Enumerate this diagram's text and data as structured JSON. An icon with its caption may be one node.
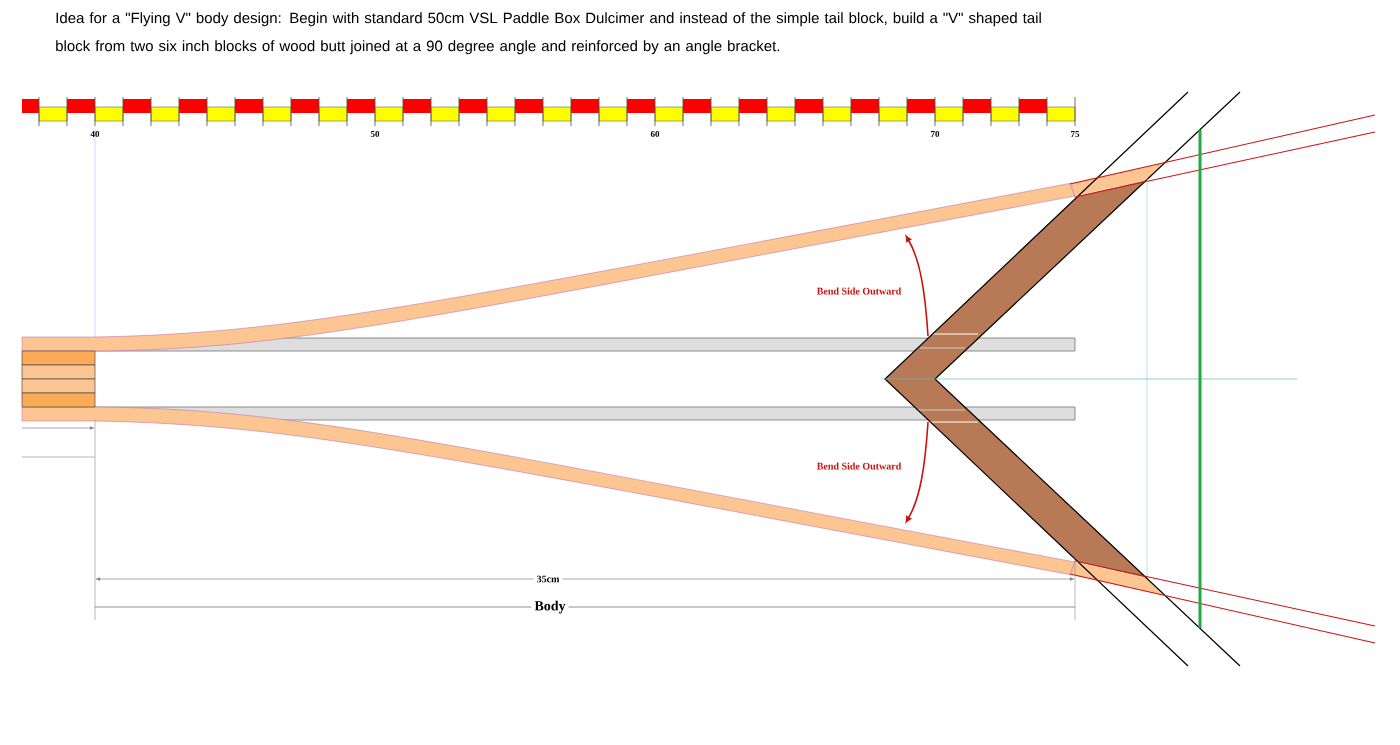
{
  "diagram": {
    "title": "Idea for a \"Flying V\" body design: Begin with standard 50cm VSL Paddle Box Dulcimer and instead of the simple tail block, build a \"V\" shaped tail block from two six inch blocks of wood butt joined at a 90 degree angle and reinforced by an angle bracket.",
    "labels": [
      "40",
      "50",
      "60",
      "70",
      "75",
      "Bend Side Outward",
      "Bend Side Outward",
      "35cm",
      "Body"
    ]
  }
}
